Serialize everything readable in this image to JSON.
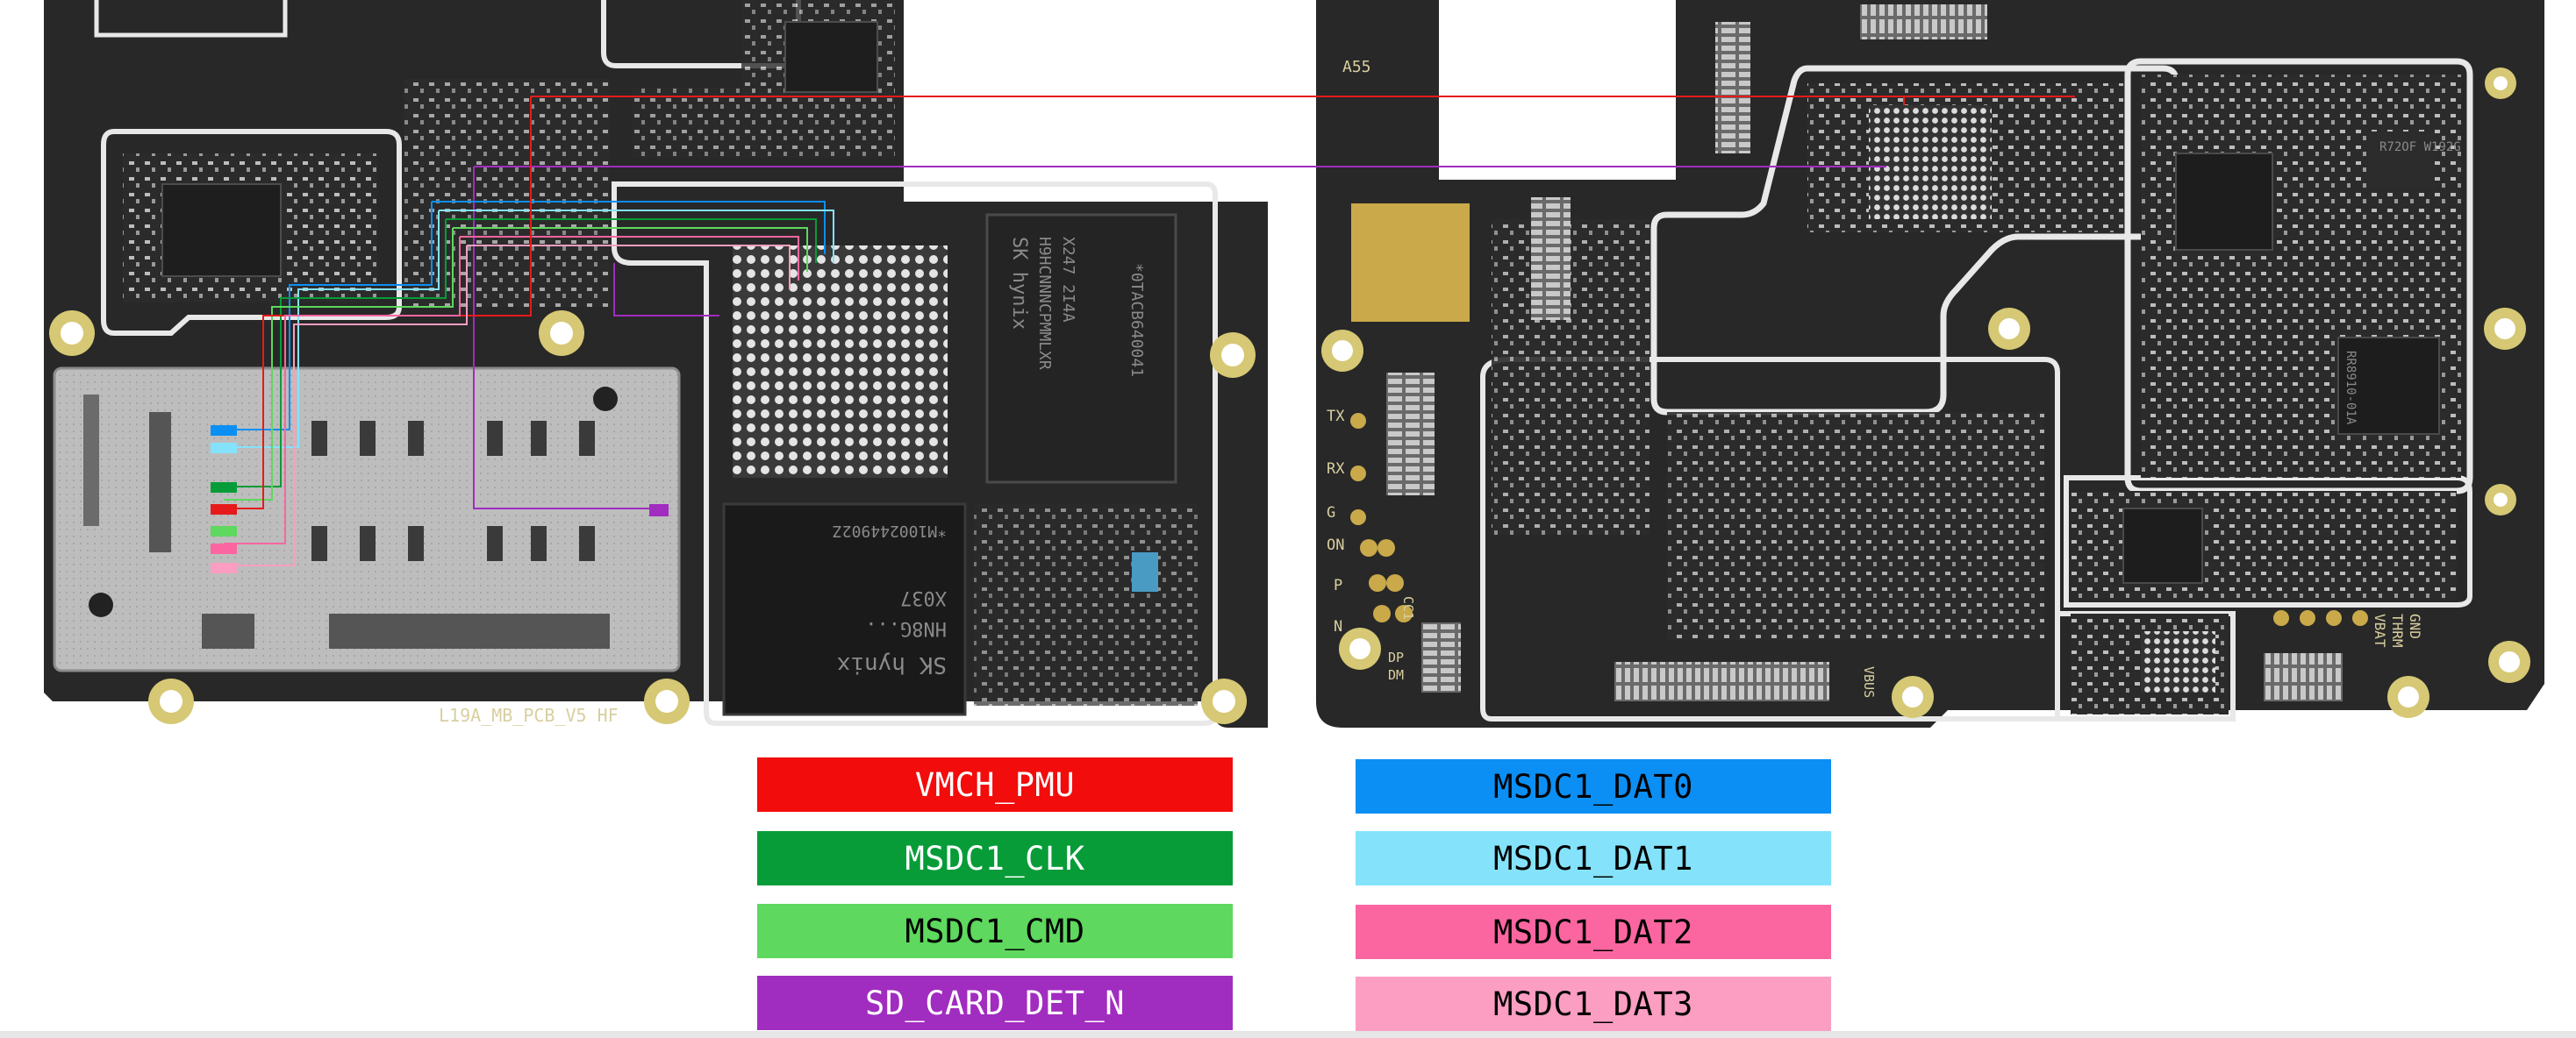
{
  "board": {
    "left_pcb_label": "L19A_MB_PCB_V5 HF",
    "right_pcb_label": "A55",
    "left_side_labels": [
      "TX",
      "RX",
      "G",
      "ON",
      "P",
      "N",
      "DP",
      "DM"
    ],
    "right_side_labels": [
      "GND",
      "THRM",
      "VBAT"
    ],
    "cc_label": "CC1",
    "vbus_label": "VBUS",
    "emmc_marking": "SK hynix",
    "emmc_code": "HN8G...",
    "emmc_serial": "X037",
    "emmc_serial2": "*M100244902Z",
    "ram_marking": "SK hynix",
    "ram_code": "H9HCNNNCPMMLXR",
    "ram_serial": "X247 2I4A",
    "ram_serial2": "*0TACB640041",
    "pmic_marking": "RR8910-01A",
    "rf_marking": "R72OF W192G"
  },
  "legend": {
    "left": [
      {
        "label": "VMCH_PMU",
        "color": "#f20c0c",
        "text_color": "#ffffff"
      },
      {
        "label": "MSDC1_CLK",
        "color": "#079c38",
        "text_color": "#ffffff"
      },
      {
        "label": "MSDC1_CMD",
        "color": "#5ed85e",
        "text_color": "#000000"
      },
      {
        "label": "SD_CARD_DET_N",
        "color": "#a12cc0",
        "text_color": "#ffffff"
      }
    ],
    "right": [
      {
        "label": "MSDC1_DAT0",
        "color": "#0b8ff5",
        "text_color": "#000000"
      },
      {
        "label": "MSDC1_DAT1",
        "color": "#84e3fa",
        "text_color": "#000000"
      },
      {
        "label": "MSDC1_DAT2",
        "color": "#fb66a0",
        "text_color": "#000000"
      },
      {
        "label": "MSDC1_DAT3",
        "color": "#fb9ec1",
        "text_color": "#000000"
      }
    ]
  }
}
